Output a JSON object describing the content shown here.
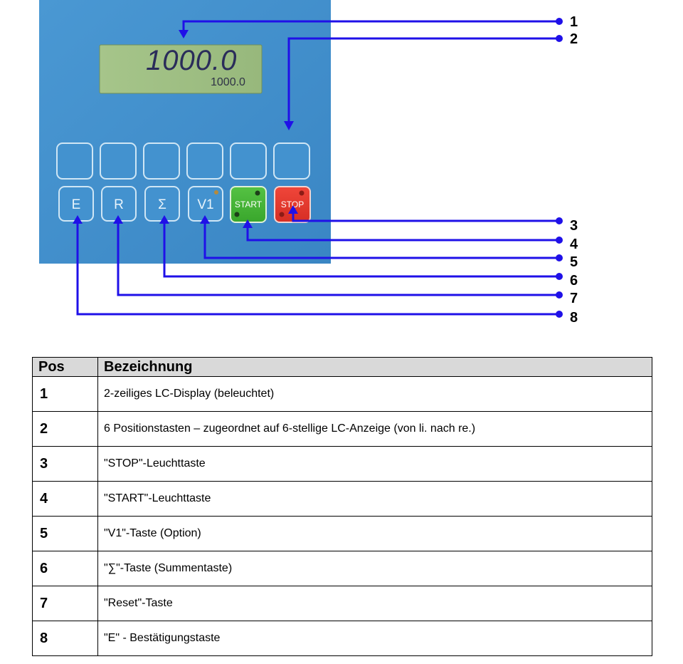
{
  "display": {
    "main_value": "1000.0",
    "sub_value": "1000.0"
  },
  "keys": {
    "e": "E",
    "r": "R",
    "sigma": "Σ",
    "v1": "V1",
    "start": "START",
    "stop": "STOP"
  },
  "colors": {
    "panel": "#3f8fcd",
    "callout_line": "#1f10e8",
    "start_key": "#46b435",
    "stop_key": "#e33a2e",
    "lcd_bg": "#9fbf82"
  },
  "callouts": [
    "1",
    "2",
    "3",
    "4",
    "5",
    "6",
    "7",
    "8"
  ],
  "table": {
    "headers": {
      "pos": "Pos",
      "desc": "Bezeichnung"
    },
    "rows": [
      {
        "pos": "1",
        "desc": "2-zeiliges LC-Display (beleuchtet)"
      },
      {
        "pos": "2",
        "desc": "6 Positionstasten – zugeordnet auf 6-stellige LC-Anzeige (von li. nach re.)"
      },
      {
        "pos": "3",
        "desc": "\"STOP\"-Leuchttaste"
      },
      {
        "pos": "4",
        "desc": "\"START\"-Leuchttaste"
      },
      {
        "pos": "5",
        "desc": "\"V1\"-Taste (Option)"
      },
      {
        "pos": "6",
        "desc": "\"∑\"-Taste (Summentaste)"
      },
      {
        "pos": "7",
        "desc": "\"Reset\"-Taste"
      },
      {
        "pos": "8",
        "desc": "\"E\" - Bestätigungstaste"
      }
    ]
  }
}
